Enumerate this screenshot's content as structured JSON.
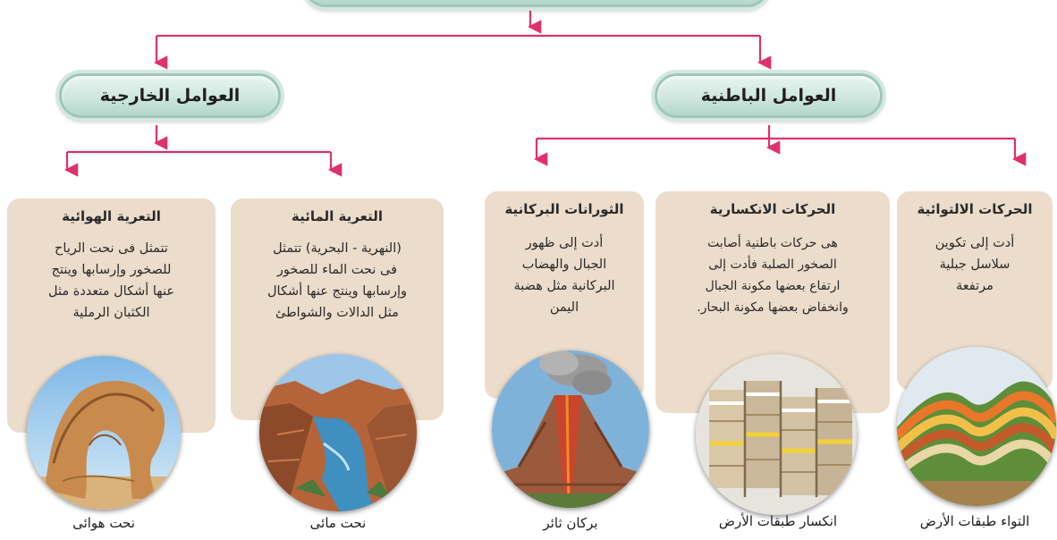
{
  "branches": {
    "external": {
      "label": "العوامل الخارجية"
    },
    "internal": {
      "label": "العوامل الباطنية"
    }
  },
  "cards": {
    "wind": {
      "title": "التعرية الهوائية",
      "lines": [
        "تتمثل فى نحت الرياح",
        "للصخور وإرسابها وينتج",
        "عنها أشكال متعددة مثل",
        "الكثبان الرملية"
      ],
      "caption": "نحت هوائى",
      "image": "wind-eroded-rock-arch"
    },
    "water": {
      "title": "التعرية المائية",
      "lines": [
        "(النهرية - البحرية) تتمثل",
        "فى نحت الماء للصخور",
        "وإرسابها وينتج عنها أشكال",
        "مثل الدالات والشواطئ"
      ],
      "caption": "نحت مائى",
      "image": "river-canyon"
    },
    "volcanic": {
      "title": "الثورانات البركانية",
      "lines": [
        "أدت إلى ظهور",
        "الجبال والهضاب",
        "البركانية مثل هضبة",
        "اليمن"
      ],
      "caption": "بركان ثائر",
      "image": "erupting-volcano"
    },
    "faulting": {
      "title": "الحركات الانكسارية",
      "lines": [
        "هى حركات باطنية أصابت",
        "الصخور الصلبة فأدت إلى",
        "ارتفاع بعضها مكونة الجبال",
        "وانخفاض بعضها مكونة البحار."
      ],
      "caption": "انكسار طبقات الأرض",
      "image": "faulted-rock-layers"
    },
    "folding": {
      "title": "الحركات الالتوائية",
      "lines": [
        "أدت إلى تكوين",
        "سلاسل جبلية",
        "مرتفعة"
      ],
      "caption": "التواء طبقات الأرض",
      "image": "folded-rock-layers"
    }
  },
  "colors": {
    "connector": "#e0306e",
    "card_bg": "#ecdccb",
    "pill_bg": "#cfe7de"
  }
}
